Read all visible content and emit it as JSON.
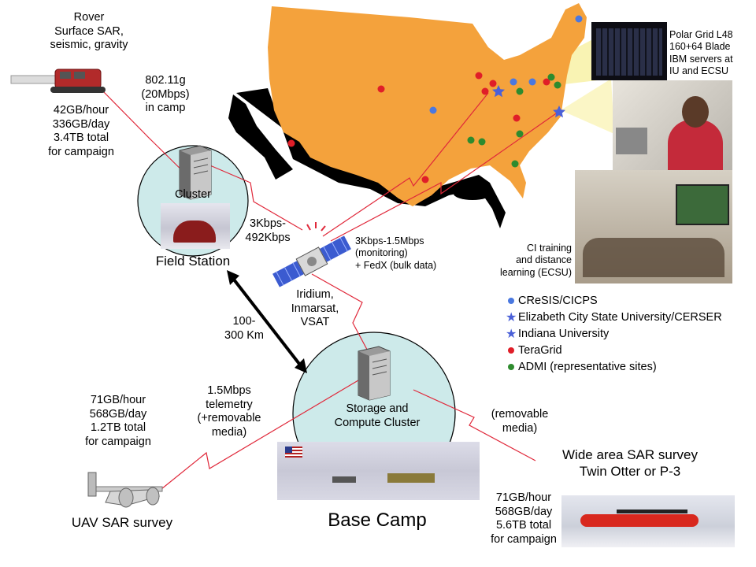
{
  "colors": {
    "map_fill": "#f4a23c",
    "circle_fill": "#cdeaea",
    "link_red": "#e0283a",
    "crisis_blue": "#4a78e0",
    "teragrid_red": "#e01e28",
    "admi_green": "#2e8b2e",
    "star_blue": "#4a60d8"
  },
  "rover": {
    "title": "Rover\nSurface SAR,\nseismic, gravity",
    "stats": "42GB/hour\n336GB/day\n3.4TB total\nfor campaign"
  },
  "wifi_link": "802.11g\n(20Mbps)\nin camp",
  "field_station": {
    "cluster_label": "Cluster",
    "name": "Field Station"
  },
  "sat_link_left": "3Kbps-\n492Kbps",
  "sat_link_right": "3Kbps-1.5Mbps\n(monitoring)\n+ FedX (bulk data)",
  "satellite_label": "Iridium,\nInmarsat,\nVSAT",
  "distance": "100-\n300 Km",
  "base_camp": {
    "cluster_label": "Storage and\nCompute Cluster",
    "name": "Base Camp"
  },
  "uav": {
    "stats": "71GB/hour\n568GB/day\n1.2TB total\nfor campaign",
    "label": "UAV SAR survey",
    "link": "1.5Mbps\ntelemetry\n(+removable\nmedia)"
  },
  "aircraft": {
    "title": "Wide area SAR survey\nTwin Otter or P-3",
    "stats": "71GB/hour\n568GB/day\n5.6TB total\nfor campaign",
    "link": "(removable\nmedia)"
  },
  "polar_grid": "Polar Grid L48\n160+64 Blade\nIBM servers at\nIU and ECSU",
  "ci_training": "CI training\nand distance\nlearning (ECSU)",
  "legend": [
    {
      "marker": "dot",
      "color_key": "crisis_blue",
      "label": "CReSIS/CICPS"
    },
    {
      "marker": "star",
      "color_key": "star_blue",
      "label": "Elizabeth City State University/CERSER"
    },
    {
      "marker": "star",
      "color_key": "star_blue",
      "label": "Indiana University"
    },
    {
      "marker": "dot",
      "color_key": "teragrid_red",
      "label": "TeraGrid"
    },
    {
      "marker": "dot",
      "color_key": "admi_green",
      "label": "ADMI (representative sites)"
    }
  ]
}
